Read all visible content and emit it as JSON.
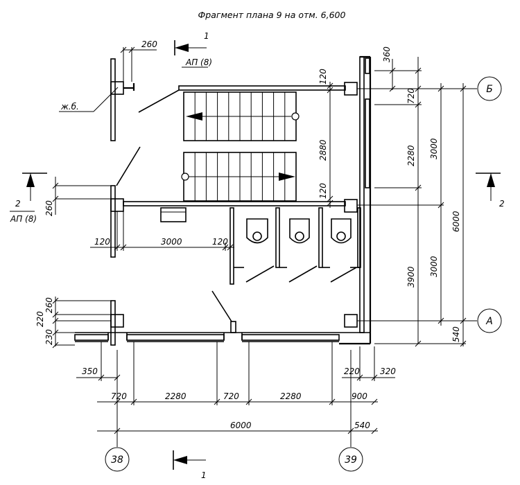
{
  "title": "Фрагмент плана 9 на отм. 6,600",
  "sections": {
    "top_number": "1",
    "top_ref": "АП (8)",
    "bottom_number": "1",
    "left_number": "2",
    "left_ref": "АП (8)",
    "right_number": "2"
  },
  "material_note": "ж.б.",
  "axes": {
    "b": "Б",
    "a": "А",
    "c38": "38",
    "c39": "39"
  },
  "dims": {
    "top_260": "260",
    "right_360": "360",
    "right_720": "720",
    "right_2280": "2280",
    "right_3000_top": "3000",
    "right_3000_bottom": "3000",
    "right_3900": "3900",
    "right_6000": "6000",
    "right_540": "540",
    "stair_120_top": "120",
    "stair_2880": "2880",
    "stair_120_bottom": "120",
    "left_260": "260",
    "mid_120_left": "120",
    "mid_3000": "3000",
    "mid_120_right": "120",
    "left_bottom_260": "260",
    "left_bottom_220": "220",
    "left_bottom_230": "230",
    "bottom_350": "350",
    "bottom_220": "220",
    "bottom_320": "320",
    "bottom_720_a": "720",
    "bottom_2280_a": "2280",
    "bottom_720_b": "720",
    "bottom_2280_b": "2280",
    "bottom_900": "900",
    "bottom_6000": "6000",
    "bottom_540": "540"
  }
}
